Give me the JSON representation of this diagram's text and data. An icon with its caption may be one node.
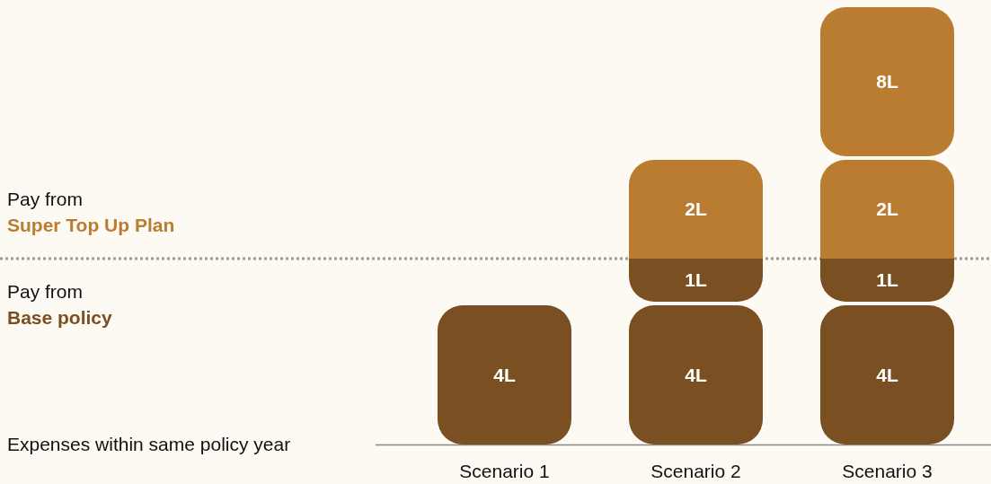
{
  "diagram": {
    "nodes": [
      {
        "text": [
          "4L"
        ]
      },
      {
        "text": [
          "2L"
        ]
      },
      {
        "text": [
          "1L"
        ]
      },
      {
        "text": [
          "4L"
        ]
      },
      {
        "text": [
          "8L"
        ]
      },
      {
        "text": [
          "2L"
        ]
      },
      {
        "text": [
          "1L"
        ]
      },
      {
        "text": [
          "4L"
        ]
      }
    ],
    "labels": [
      "Pay from",
      "Super Top Up Plan",
      "Pay from",
      "Base policy",
      "Expenses within same policy year",
      "Scenario 1",
      "Scenario 2",
      "Scenario 3"
    ]
  }
}
